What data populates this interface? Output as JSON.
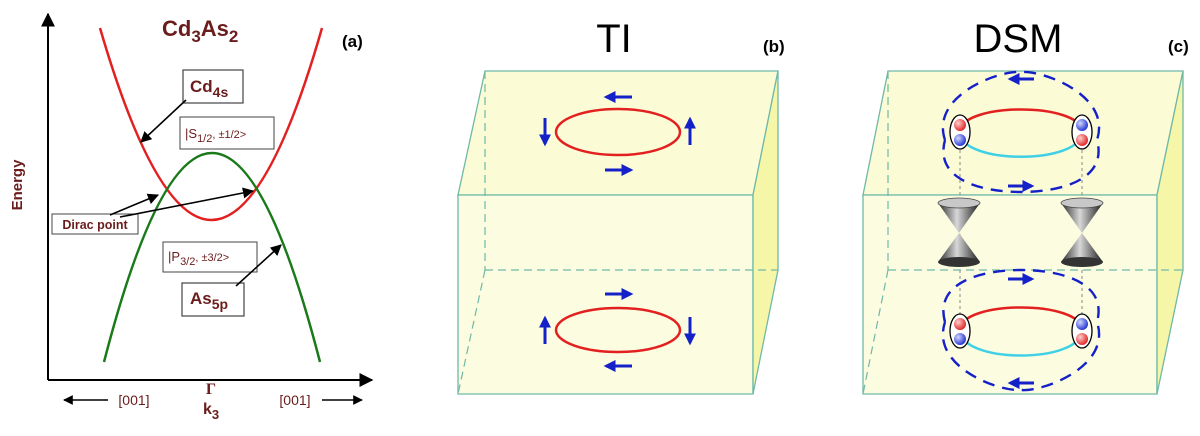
{
  "panel_a": {
    "title": "Cd",
    "title_sub1": "3",
    "title_mid": "As",
    "title_sub2": "2",
    "label": "(a)",
    "y_axis_label": "Energy",
    "cd_box": {
      "main": "Cd",
      "sub": "4s"
    },
    "as_box": {
      "main": "As",
      "sub": "5p"
    },
    "s_state": {
      "open": "|S",
      "sub": "1/2",
      "rest": ", ±1/2>"
    },
    "p_state": {
      "open": "|P",
      "sub": "3/2",
      "rest": ", ±3/2>"
    },
    "dirac_label": "Dirac point",
    "gamma_label": "Γ",
    "k_label": "k",
    "k_sub": "3",
    "left_direction": "[001]",
    "right_direction": "[001]",
    "colors": {
      "conduction": "#e32020",
      "valence": "#1a7a1a",
      "label": "#6b1c1c"
    }
  },
  "panel_b": {
    "title": "TI",
    "label": "(b)"
  },
  "panel_c": {
    "title": "DSM",
    "label": "(c)"
  },
  "colors": {
    "slab_fill": "#fbfbd6",
    "slab_edge": "#6fb9a8",
    "surface_loop": "#e32020",
    "bottom_arc": "#3fd0e6",
    "arrow": "#1420c8"
  }
}
